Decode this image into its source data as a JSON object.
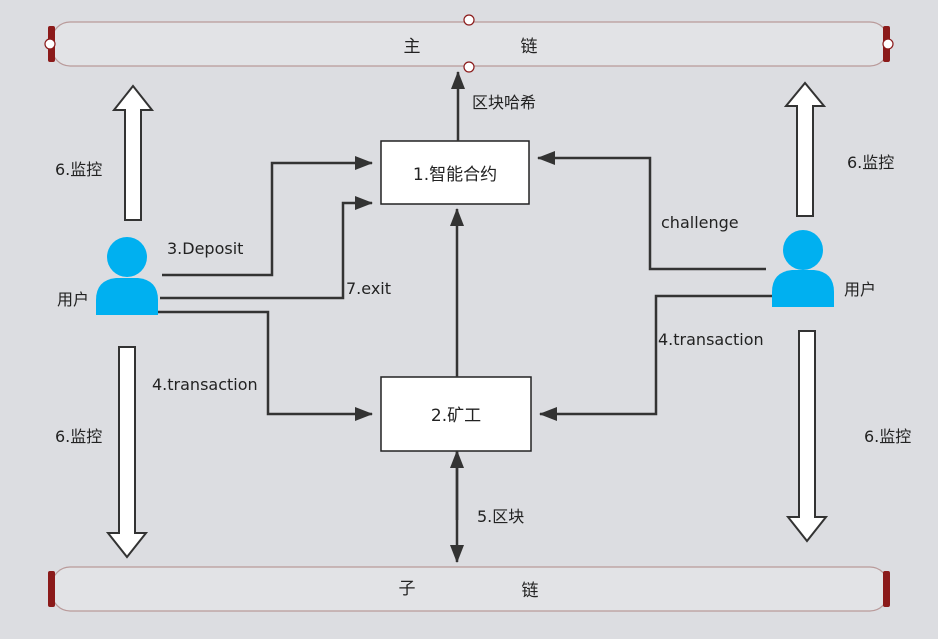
{
  "main_chain": {
    "label_left": "主",
    "label_right": "链"
  },
  "sub_chain": {
    "label_left": "子",
    "label_right": "链"
  },
  "boxes": {
    "smart_contract": "1.智能合约",
    "miner": "2.矿工"
  },
  "users": {
    "left": "用户",
    "right": "用户"
  },
  "edges": {
    "block_hash": "区块哈希",
    "deposit": "3.Deposit",
    "exit": "7.exit",
    "challenge": "challenge",
    "transaction_left": "4.transaction",
    "transaction_right": "4.transaction",
    "block": "5.区块"
  },
  "monitor": {
    "left_up": "6.监控",
    "left_down": "6.监控",
    "right_up": "6.监控",
    "right_down": "6.监控"
  },
  "colors": {
    "user_icon": "#00b0f0",
    "chain_end": "#8b1a1a",
    "chain_border": "#b99a9a",
    "arrow": "#333333"
  }
}
